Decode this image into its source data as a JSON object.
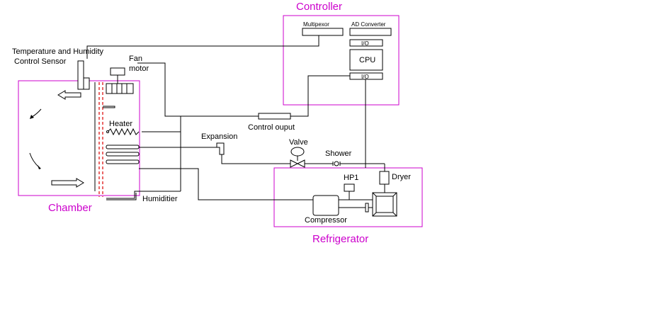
{
  "colors": {
    "accent": "#cc00cc",
    "line": "#000000",
    "background": "#ffffff"
  },
  "labels": {
    "controller": "Controller",
    "multiplexer": "Multipexor",
    "ad_converter": "AD Converter",
    "io_top": "I/O",
    "cpu": "CPU",
    "io_bottom": "I/O",
    "sensor_line1": "Temperature and Humidity",
    "sensor_line2": "Control Sensor",
    "fan_line1": "Fan",
    "fan_line2": "motor",
    "heater": "Heater",
    "control_output": "Control ouput",
    "expansion": "Expansion",
    "valve": "Valve",
    "shower": "Shower",
    "hp1": "HP1",
    "dryer": "Dryer",
    "compressor": "Compressor",
    "humidifier": "Humiditier",
    "chamber": "Chamber",
    "refrigerator": "Refrigerator"
  }
}
